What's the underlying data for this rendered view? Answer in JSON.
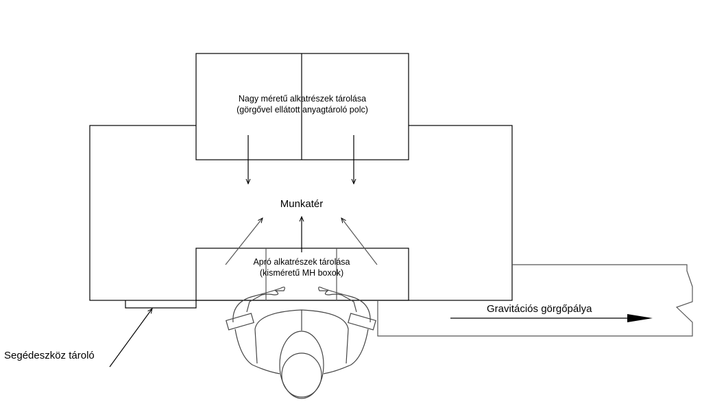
{
  "labels": {
    "large_parts_line1": "Nagy méretű alkatrészek tárolása",
    "large_parts_line2": "(görgővel ellátott anyagtároló polc)",
    "workspace": "Munkatér",
    "small_parts_line1": "Apró alkatrészek tárolása",
    "small_parts_line2": "(kisméretű MH boxok)",
    "conveyor": "Gravitációs görgőpálya",
    "tool_storage": "Segédeszköz tároló"
  }
}
